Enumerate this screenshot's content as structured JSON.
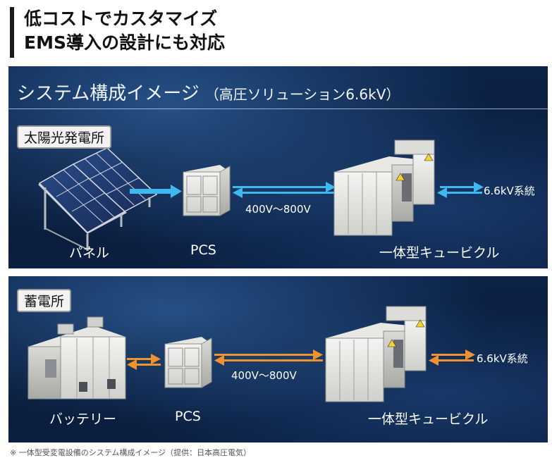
{
  "heading": {
    "line1": "低コストでカスタマイズ",
    "line2": "EMS導入の設計にも対応"
  },
  "solar_panel": {
    "title": "システム構成イメージ",
    "subtitle": "（高圧ソリューション6.6kV）",
    "tag": "太陽光発電所",
    "labels": {
      "panel": "パネル",
      "pcs": "PCS",
      "cubicle": "一体型キュービクル"
    },
    "voltage": "400V～800V",
    "output": "6.6kV系統",
    "arrow_color": "#3fb8f0"
  },
  "storage_panel": {
    "tag": "蓄電所",
    "labels": {
      "battery": "バッテリー",
      "pcs": "PCS",
      "cubicle": "一体型キュービクル"
    },
    "voltage": "400V～800V",
    "output": "6.6kV系統",
    "arrow_color": "#f0922e"
  },
  "caption": "※ 一体型受変電設備のシステム構成イメージ（提供：日本高圧電気）"
}
